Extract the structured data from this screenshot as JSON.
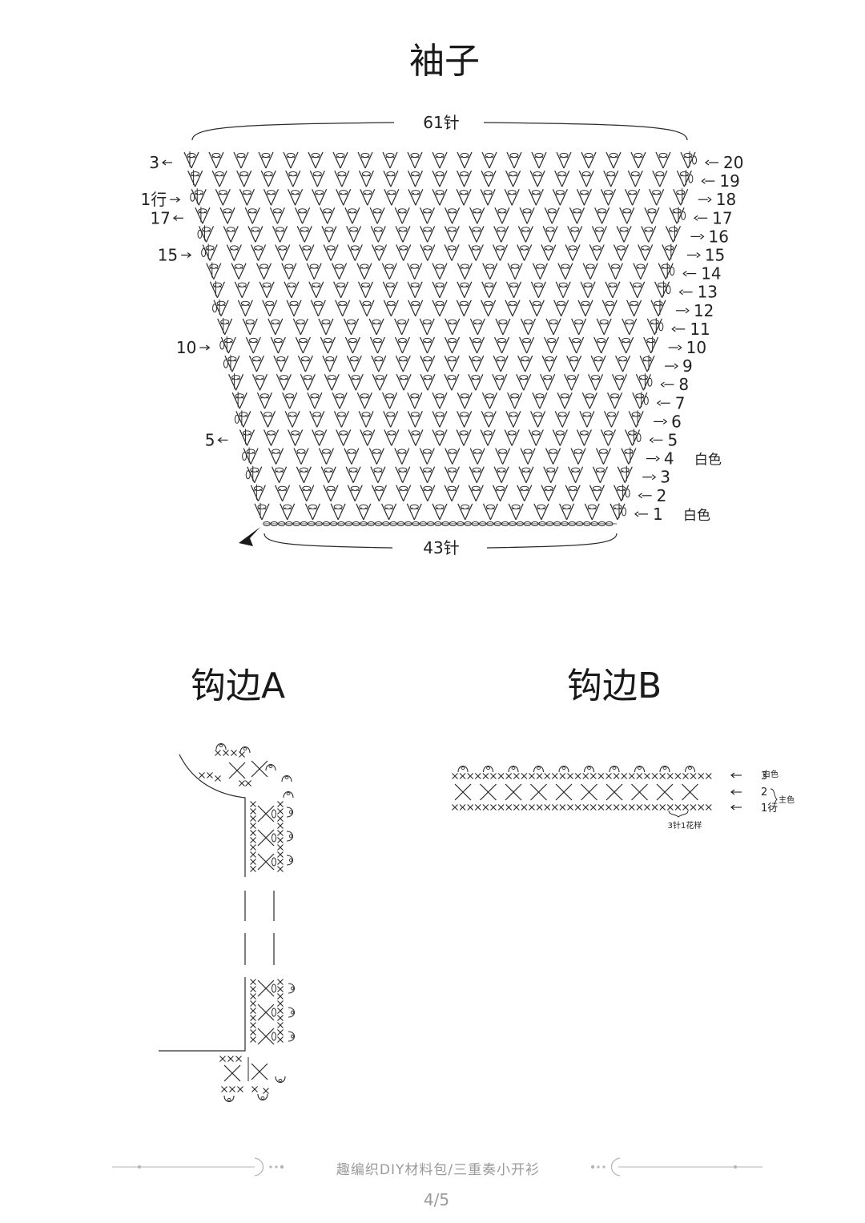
{
  "sleeve": {
    "title": "袖子",
    "top_count": "61针",
    "bottom_count": "43针",
    "rows": [
      {
        "n": "1",
        "dir": "left",
        "left_label": "",
        "right_label": "1",
        "color": "白色"
      },
      {
        "n": "2",
        "dir": "left",
        "left_label": "",
        "right_label": "2",
        "color": ""
      },
      {
        "n": "3",
        "dir": "right",
        "left_label": "",
        "right_label": "3",
        "color": ""
      },
      {
        "n": "4",
        "dir": "right",
        "left_label": "",
        "right_label": "4",
        "color": "白色"
      },
      {
        "n": "5",
        "dir": "left",
        "left_label": "5",
        "right_label": "5",
        "color": ""
      },
      {
        "n": "6",
        "dir": "right",
        "left_label": "",
        "right_label": "6",
        "color": ""
      },
      {
        "n": "7",
        "dir": "left",
        "left_label": "",
        "right_label": "7",
        "color": ""
      },
      {
        "n": "8",
        "dir": "left",
        "left_label": "",
        "right_label": "8",
        "color": ""
      },
      {
        "n": "9",
        "dir": "right",
        "left_label": "",
        "right_label": "9",
        "color": ""
      },
      {
        "n": "10",
        "dir": "right",
        "left_label": "10",
        "right_label": "10",
        "color": ""
      },
      {
        "n": "11",
        "dir": "left",
        "left_label": "",
        "right_label": "11",
        "color": ""
      },
      {
        "n": "12",
        "dir": "right",
        "left_label": "",
        "right_label": "12",
        "color": ""
      },
      {
        "n": "13",
        "dir": "left",
        "left_label": "",
        "right_label": "13",
        "color": ""
      },
      {
        "n": "14",
        "dir": "left",
        "left_label": "",
        "right_label": "14",
        "color": ""
      },
      {
        "n": "15",
        "dir": "right",
        "left_label": "15",
        "right_label": "15",
        "color": ""
      },
      {
        "n": "16",
        "dir": "right",
        "left_label": "",
        "right_label": "16",
        "color": ""
      },
      {
        "n": "17",
        "dir": "left",
        "left_label": "17",
        "right_label": "17",
        "color": ""
      },
      {
        "n": "18",
        "dir": "right",
        "left_label": "1行",
        "right_label": "18",
        "color": ""
      },
      {
        "n": "19",
        "dir": "left",
        "left_label": "",
        "right_label": "19",
        "color": ""
      },
      {
        "n": "20",
        "dir": "left",
        "left_label": "3",
        "right_label": "20",
        "color": ""
      }
    ]
  },
  "edge_a": {
    "title": "钩边A"
  },
  "edge_b": {
    "title": "钩边B",
    "rows": [
      "3",
      "2",
      "1行"
    ],
    "color_white": "白色",
    "color_main": "主色",
    "pattern_note": "3针1花样"
  },
  "footer": {
    "text": "趣编织DIY材料包/三重奏小开衫",
    "page": "4/5"
  },
  "colors": {
    "line": "#2a2a2a",
    "footer": "#9a9a9a"
  }
}
